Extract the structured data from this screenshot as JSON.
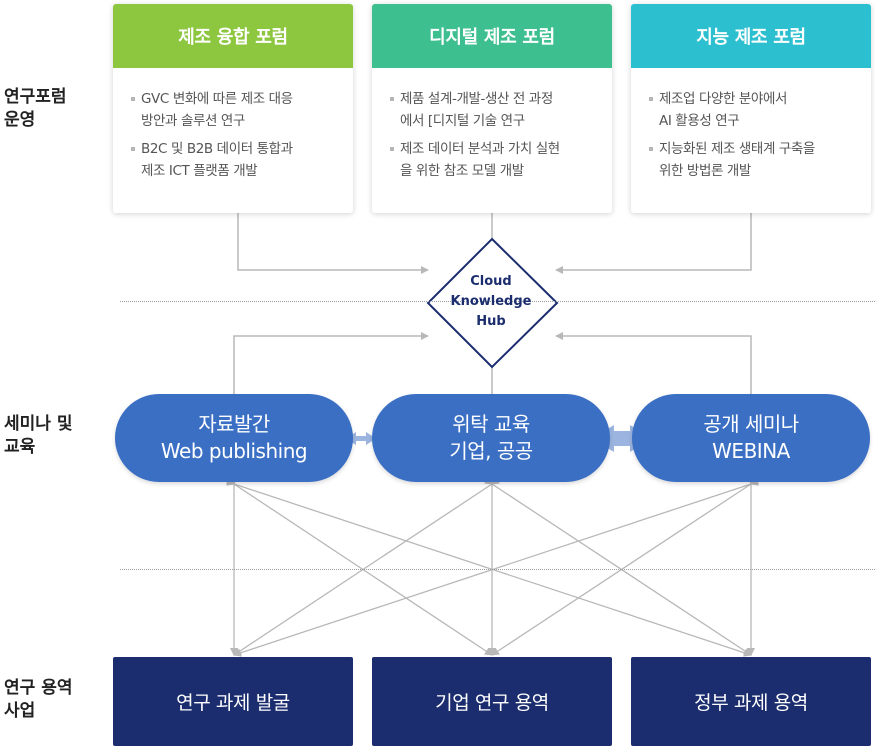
{
  "rows": {
    "forum": "연구포럼\n운영",
    "seminar": "세미나 및\n교육",
    "research": "연구 용역\n사업"
  },
  "forums": [
    {
      "title": "제조 융합 포럼",
      "color": "#8dc63f",
      "items": [
        "GVC 변화에 따른 제조 대응\n방안과 솔루션 연구",
        "B2C 및 B2B 데이터 통합과\n제조 ICT 플랫폼 개발"
      ]
    },
    {
      "title": "디지털 제조 포럼",
      "color": "#3dbf8f",
      "items": [
        "제품 설계-개발-생산 전 과정\n에서 [디지털 기술 연구",
        "제조 데이터 분석과 가치 실현\n을 위한 참조 모델 개발"
      ]
    },
    {
      "title": "지능 제조 포럼",
      "color": "#2cbfcf",
      "items": [
        "제조업 다양한 분야에서\nAI 활용성 연구",
        "지능화된 제조 생태계 구축을\n위한 방법론 개발"
      ]
    }
  ],
  "hub": {
    "label": "Cloud\nKnowledge\nHub",
    "color": "#1b2d6e"
  },
  "education": [
    {
      "line1": "자료발간",
      "line2": "Web publishing"
    },
    {
      "line1": "위탁 교육",
      "line2": "기업, 공공"
    },
    {
      "line1": "공개 세미나",
      "line2": "WEBINA"
    }
  ],
  "services": [
    {
      "label": "연구 과제 발굴"
    },
    {
      "label": "기업 연구 용역"
    },
    {
      "label": "정부 과제 용역"
    }
  ],
  "colors": {
    "pill": "#3a6fc4",
    "service": "#1b2d6e",
    "connector": "#b8b8b8",
    "arrow_link": "#9bb5e0"
  }
}
